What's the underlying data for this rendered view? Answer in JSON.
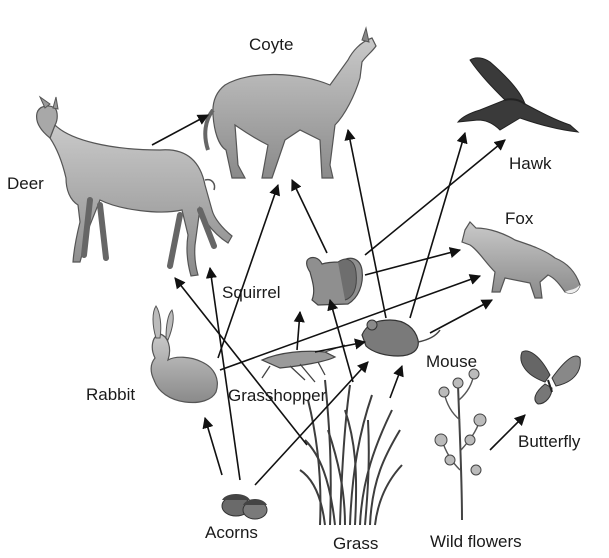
{
  "labels": {
    "coyote": "Coyte",
    "deer": "Deer",
    "hawk": "Hawk",
    "fox": "Fox",
    "squirrel": "Squirrel",
    "mouse": "Mouse",
    "rabbit": "Rabbit",
    "grasshopper": "Grasshopper",
    "butterfly": "Butterfly",
    "acorns": "Acorns",
    "grass": "Grass",
    "wild_flowers": "Wild flowers"
  },
  "colors": {
    "arrow": "#111111",
    "ink": "#1a1a1a",
    "fur_gray": "#9a9a9a",
    "shade_dark": "#5a5a5a",
    "grass_dark": "#3d3d3d"
  }
}
